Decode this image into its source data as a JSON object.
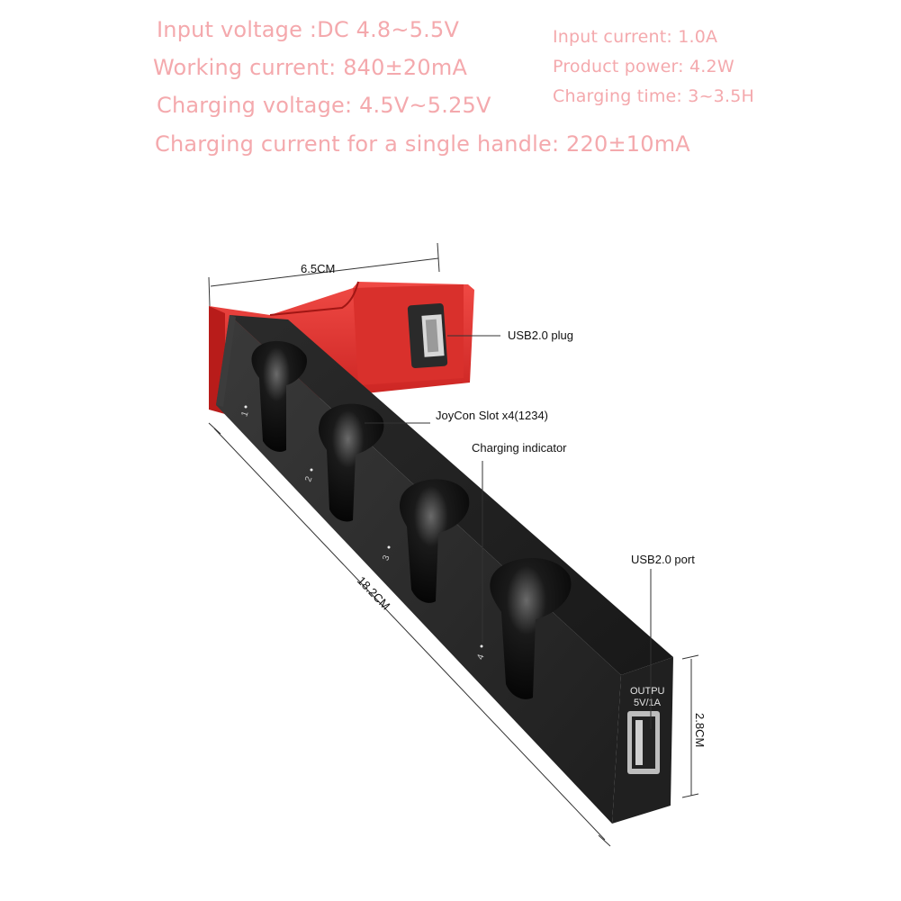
{
  "specs": {
    "input_voltage": "Input voltage :DC 4.8~5.5V",
    "working_current": "Working current: 840±20mA",
    "charging_voltage": "Charging voltage: 4.5V~5.25V",
    "single_handle_current": "Charging current for a single handle: 220±10mA",
    "input_current": "Input current: 1.0A",
    "product_power": "Product power: 4.2W",
    "charging_time": "Charging time: 3~3.5H"
  },
  "dimensions": {
    "width": "6.5CM",
    "length": "18.2CM",
    "height": "2.8CM"
  },
  "callouts": {
    "usb_plug": "USB2.0 plug",
    "joycon_slot": "JoyCon Slot x4(1234)",
    "charging_indicator": "Charging indicator",
    "usb_port": "USB2.0 port"
  },
  "port_text": {
    "line1": "OUTPU",
    "line2": "5V/1A"
  },
  "slot_numbers": [
    "1",
    "2",
    "3",
    "4"
  ],
  "colors": {
    "spec_text": "#f4a9ad",
    "body_black": "#2a2a2a",
    "accent_red": "#e0302e"
  }
}
